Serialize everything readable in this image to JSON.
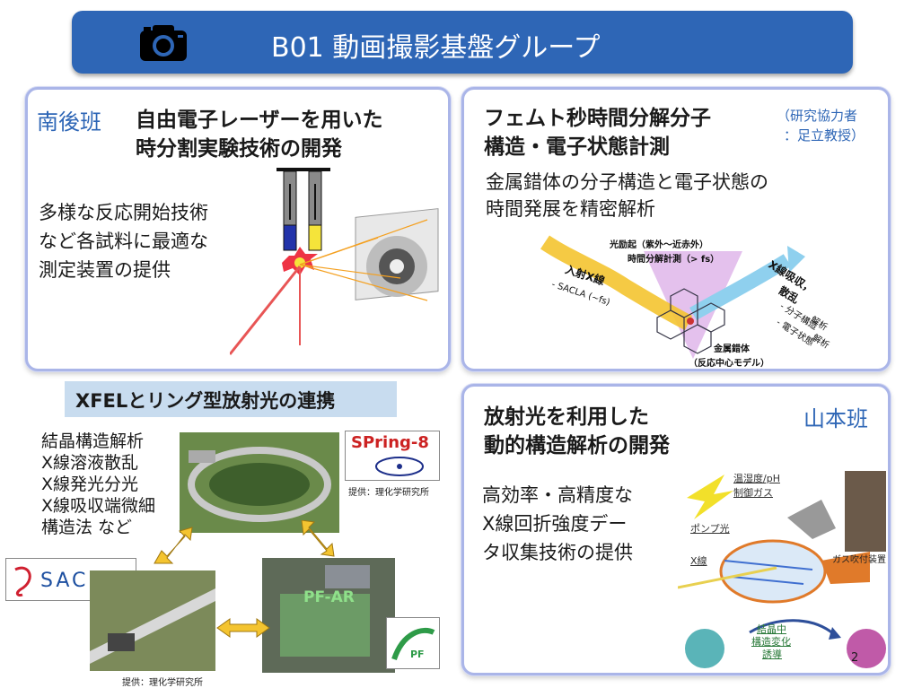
{
  "header": {
    "title": "B01  動画撮影基盤グループ",
    "icon": "camera-icon",
    "color": "#2e66b6"
  },
  "panel_tl": {
    "team": "南後班",
    "title_line1": "自由電子レーザーを用いた",
    "title_line2": "時分割実験技術の開発",
    "body": [
      "多様な反応開始技術",
      "など各試料に最適な",
      "測定装置の提供"
    ]
  },
  "panel_tr": {
    "title_line1": "フェムト秒時間分解分子",
    "title_line2": "構造・電子状態計測",
    "collab_line1": "（研究協力者",
    "collab_line2": "：足立教授）",
    "body": [
      "金属錯体の分子構造と電子状態の",
      "時間発展を精密解析"
    ],
    "figure_labels": {
      "excitation_line1": "光励起（紫外〜近赤外）",
      "excitation_line2": "時間分解計測（> fs）",
      "incident_line1": "入射X線",
      "incident_line2": "- SACLA (~fs)",
      "absorption_line1": "X線吸収，",
      "absorption_line2": "散乱",
      "absorption_sub1": "- 分子構造",
      "absorption_sub2": "解析",
      "absorption_sub3": "- 電子状態",
      "absorption_sub4": "解析",
      "complex_line1": "金属錯体",
      "complex_line2": "（反応中心モデル）"
    }
  },
  "panel_bl": {
    "banner": "XFELとリング型放射光の連携",
    "list": [
      "結晶構造解析",
      "X線溶液散乱",
      "X線発光分光",
      "X線吸収端微細",
      "構造法 など"
    ],
    "credit_top": "提供：理化学研究所",
    "credit_bottom": "提供：理化学研究所",
    "logo_spring8": "SPring-8",
    "logo_sacla": "SACLA",
    "pfar_label": "PF-AR",
    "logo_pf": "PF"
  },
  "panel_br": {
    "team": "山本班",
    "title_line1": "放射光を利用した",
    "title_line2": "動的構造解析の開発",
    "body": [
      "高効率・高精度な",
      "X線回折強度デー",
      "タ収集技術の提供"
    ],
    "figure_labels": {
      "humidity_line1": "温湿度/pH",
      "humidity_line2": "制御ガス",
      "pump": "ポンプ光",
      "xray": "X線",
      "gas_device": "ガス吹付装置",
      "change_line1": "結晶中",
      "change_line2": "構造変化",
      "change_line3": "誘導"
    }
  },
  "page_number": "2",
  "colors": {
    "accent_blue": "#2e66b6",
    "panel_border": "#aab5e8",
    "banner_bg": "#c8dcef",
    "arrow_yellow": "#f4c430"
  }
}
